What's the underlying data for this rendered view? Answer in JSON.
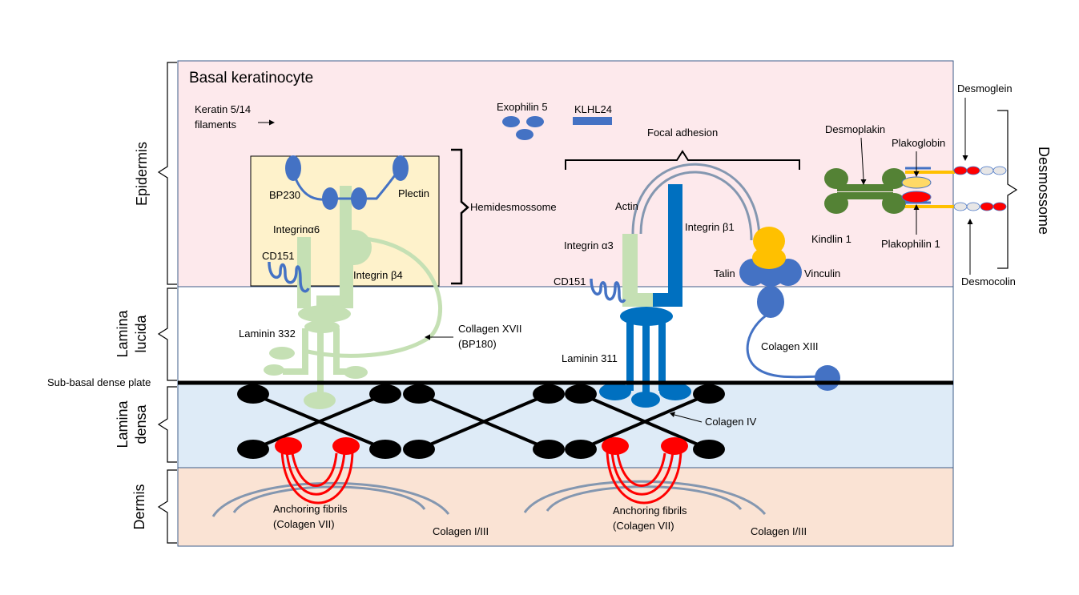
{
  "layers": {
    "epidermis": "Epidermis",
    "lamina_lucida": [
      "Lamina",
      "lucida"
    ],
    "lamina_densa": [
      "Lamina",
      "densa"
    ],
    "dermis": "Dermis",
    "desmossome": "Desmossome"
  },
  "cell_title": "Basal keratinocyte",
  "keratin": [
    "Keratin 5/14",
    "filaments"
  ],
  "exophilin": "Exophilin 5",
  "klhl24": "KLHL24",
  "focal_adhesion": "Focal adhesion",
  "hemidesmosome_label": "Hemidesmossome",
  "hemidesmosome": {
    "bp230": "BP230",
    "plectin": "Plectin",
    "integrin_a6": "Integrinα6",
    "cd151": "CD151",
    "integrin_b4": "Integrin β4",
    "laminin": "Laminin 332",
    "collagen_xvii": [
      "Collagen XVII",
      "(BP180)"
    ]
  },
  "focal": {
    "actin": "Actin",
    "integrin_b1": "Integrin β1",
    "integrin_a3": "Integrin α3",
    "cd151": "CD151",
    "kindlin": "Kindlin 1",
    "talin": "Talin",
    "vinculin": "Vinculin",
    "laminin": "Laminin 311",
    "collagen_xiii": "Colagen XIII"
  },
  "desmosome": {
    "desmoglein": "Desmoglein",
    "desmoplakin": "Desmoplakin",
    "plakoglobin": "Plakoglobin",
    "plakophilin": "Plakophilin 1",
    "desmocolin": "Desmocolin"
  },
  "sub_basal": "Sub-basal dense plate",
  "collagen_iv": "Colagen IV",
  "anchoring_fibrils": [
    "Anchoring fibrils",
    "(Colagen VII)"
  ],
  "collagen_i_iii": "Colagen I/III",
  "colors": {
    "epidermis_bg": "#FDE9EC",
    "hemidesmosome_box": "#FEF2CB",
    "lamina_densa_bg": "#DEEBF7",
    "dermis_bg": "#FAE3D4",
    "blue_protein": "#4472C4",
    "integrin_b1": "#0070C0",
    "light_green": "#C5E0B4",
    "dark_green": "#548235",
    "kindlin_yellow": "#FFC000",
    "fibril_red": "#FF0000",
    "collagen_gray": "#8497B0"
  }
}
